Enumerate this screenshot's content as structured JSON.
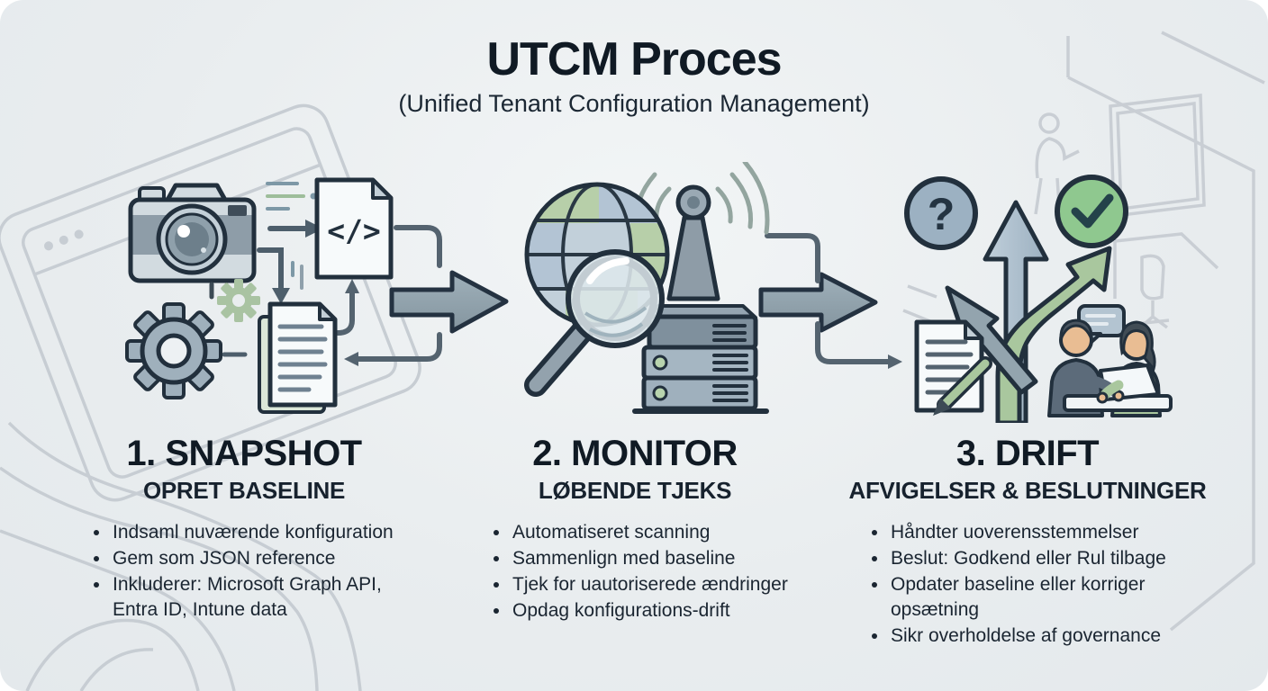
{
  "header": {
    "title": "UTCM Proces",
    "subtitle": "(Unified Tenant Configuration Management)"
  },
  "glyphs": {
    "question": "?",
    "code": "</>"
  },
  "steps": [
    {
      "title": "1. SNAPSHOT",
      "subtitle": "OPRET BASELINE",
      "bullets": [
        "Indsaml nuværende konfiguration",
        "Gem som JSON reference",
        "Inkluderer: Microsoft Graph API, Entra ID, Intune data"
      ],
      "icons": [
        "camera-icon",
        "gear-icon",
        "small-gear-icon",
        "code-file-icon",
        "documents-icon",
        "arrow-connectors"
      ]
    },
    {
      "title": "2. MONITOR",
      "subtitle": "LØBENDE TJEKS",
      "bullets": [
        "Automatiseret scanning",
        "Sammenlign med baseline",
        "Tjek for uautoriserede ændringer",
        "Opdag konfigurations-drift"
      ],
      "icons": [
        "globe-icon",
        "magnifier-icon",
        "antenna-icon",
        "server-icon"
      ]
    },
    {
      "title": "3. DRIFT",
      "subtitle": "AFVIGELSER & BESLUTNINGER",
      "bullets": [
        "Håndter uoverensstemmelser",
        "Beslut: Godkend eller Rul tilbage",
        "Opdater baseline eller korriger opsætning",
        "Sikr overholdelse af governance"
      ],
      "icons": [
        "question-icon",
        "branch-arrows-icon",
        "check-icon",
        "document-pencil-icon",
        "people-icon",
        "speech-bubble-icon"
      ]
    }
  ],
  "flow": {
    "arrows": [
      "snapshot-to-monitor",
      "monitor-to-drift"
    ]
  },
  "colors": {
    "background": "#e9edef",
    "ink": "#22303d",
    "steel_arrow": "#8fa0aa",
    "blue_gray": "#b6c6d3",
    "green": "#a9c79e",
    "check_green": "#8fc88f",
    "line_art": "#c7cdd3",
    "paper": "#f7fafb"
  }
}
